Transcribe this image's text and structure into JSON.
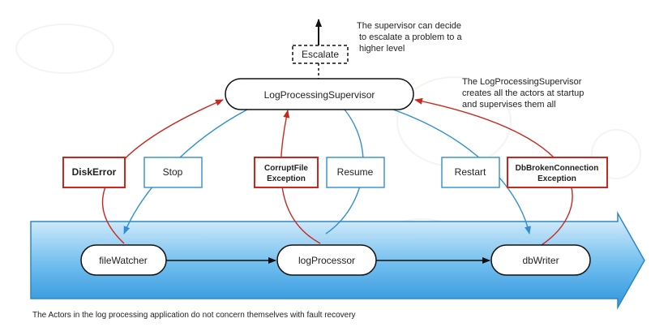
{
  "supervisor": {
    "label": "LogProcessingSupervisor"
  },
  "escalate": {
    "label": "Escalate",
    "note": [
      "The supervisor can decide",
      "to escalate a problem to a",
      "higher level"
    ]
  },
  "supervisor_note": [
    "The LogProcessingSupervisor",
    "creates all the actors at startup",
    "and supervises them all"
  ],
  "errors": {
    "disk": "DiskError",
    "corrupt": [
      "CorruptFile",
      "Exception"
    ],
    "db": [
      "DbBrokenConnection",
      "Exception"
    ]
  },
  "directives": {
    "stop": "Stop",
    "resume": "Resume",
    "restart": "Restart"
  },
  "actors": {
    "file_watcher": "fileWatcher",
    "log_processor": "logProcessor",
    "db_writer": "dbWriter"
  },
  "caption": "The Actors in the log processing application do not concern themselves with fault recovery",
  "colors": {
    "error": "#c8281e",
    "directive": "#2f8fd0",
    "banner_top": "#d6ecfa",
    "banner_bottom": "#3aa0e0",
    "ink": "#111111"
  }
}
